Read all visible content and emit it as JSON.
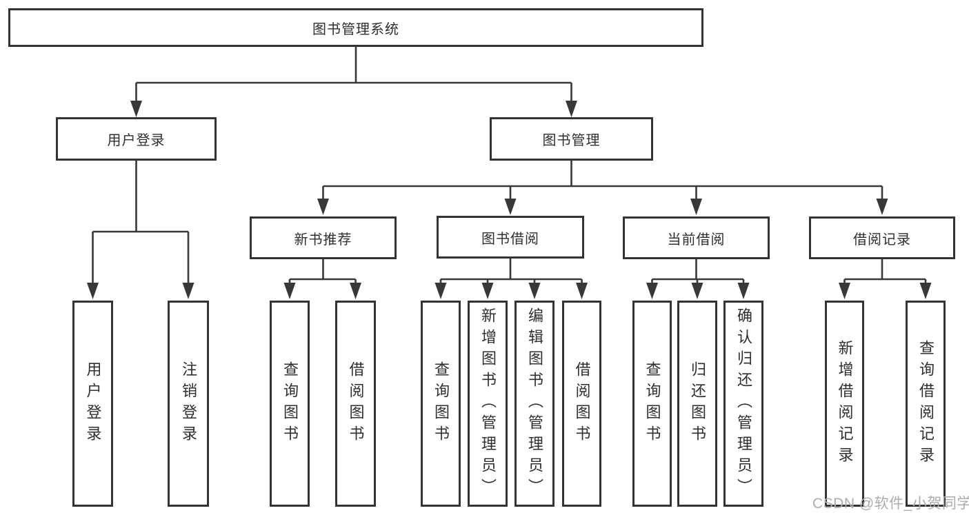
{
  "diagram": {
    "title": "图书管理系统",
    "tree": {
      "label": "图书管理系统",
      "children": [
        {
          "label": "用户登录",
          "children": [
            {
              "label": "用户登录"
            },
            {
              "label": "注销登录"
            }
          ]
        },
        {
          "label": "图书管理",
          "children": [
            {
              "label": "新书推荐",
              "children": [
                {
                  "label": "查询图书"
                },
                {
                  "label": "借阅图书"
                }
              ]
            },
            {
              "label": "图书借阅",
              "children": [
                {
                  "label": "查询图书"
                },
                {
                  "label": "新增图书（管理员）"
                },
                {
                  "label": "编辑图书（管理员）"
                },
                {
                  "label": "借阅图书"
                }
              ]
            },
            {
              "label": "当前借阅",
              "children": [
                {
                  "label": "查询图书"
                },
                {
                  "label": "归还图书"
                },
                {
                  "label": "确认归还（管理员）"
                }
              ]
            },
            {
              "label": "借阅记录",
              "children": [
                {
                  "label": "新增借阅记录"
                },
                {
                  "label": "查询借阅记录"
                }
              ]
            }
          ]
        }
      ]
    }
  },
  "watermark": {
    "text": "CSDN @软件_小贺同学"
  },
  "colors": {
    "line": "#383838",
    "box_border": "#333333",
    "box_fill": "#ffffff",
    "text": "#2e2e2e",
    "watermark": "#a9acb1",
    "background": "#ffffff"
  }
}
